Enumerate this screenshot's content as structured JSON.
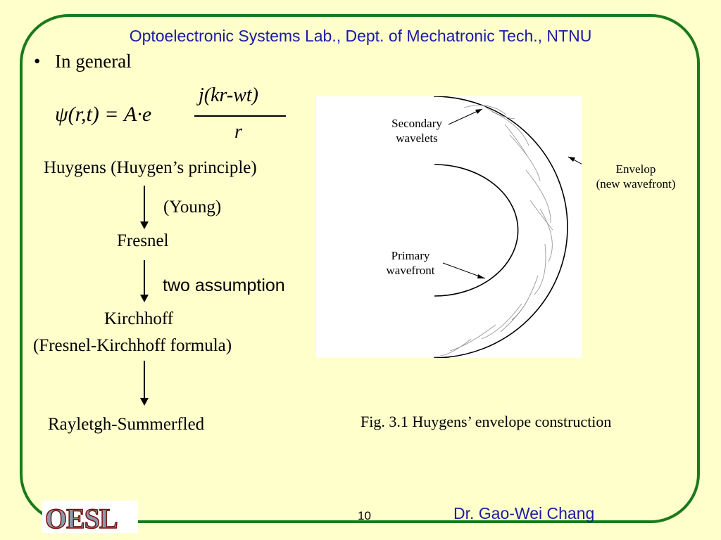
{
  "header": {
    "title": "Optoelectronic Systems Lab., Dept. of Mechatronic Tech., NTNU"
  },
  "bullet": {
    "symbol": "•",
    "text": "In general"
  },
  "formula": {
    "lhs": "ψ(r,t) = A·e",
    "exponent": "j(kr-wt)",
    "denominator": "r"
  },
  "flow": {
    "huygens": "Huygens (Huygen’s principle)",
    "young": "(Young)",
    "fresnel": "Fresnel",
    "assumption": "two assumption",
    "kirchhoff": "Kirchhoff",
    "fk_formula": "(Fresnel-Kirchhoff formula)",
    "rayleigh": "Rayletgh-Summerfled"
  },
  "figure": {
    "secondary_line1": "Secondary",
    "secondary_line2": "wavelets",
    "envelop_line1": "Envelop",
    "envelop_line2": "(new wavefront)",
    "primary_line1": "Primary",
    "primary_line2": "wavefront",
    "caption": "Fig. 3.1 Huygens’ envelope construction"
  },
  "footer": {
    "logo": "OESL",
    "page_number": "10",
    "author": "Dr. Gao-Wei Chang"
  },
  "colors": {
    "background": "#ffffcc",
    "frame": "#1a7a1a",
    "heading": "#1a1aa8"
  }
}
